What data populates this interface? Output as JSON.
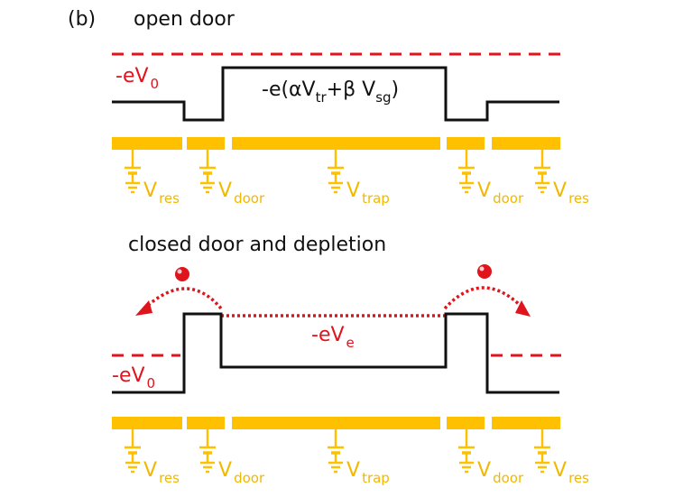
{
  "colors": {
    "potential": "#111111",
    "red": "#e0141c",
    "electrode": "#ffc000",
    "label_gold": "#f2b800"
  },
  "panel_label": "(b)",
  "top": {
    "title": "open door",
    "reservoir_potential": {
      "main": "-eV",
      "sub": "0"
    },
    "trap_potential": {
      "pre": "-e(αV",
      "sub1": "tr",
      "mid": "+β V",
      "sub2": "sg",
      "post": ")"
    }
  },
  "bottom": {
    "title": "closed door and depletion",
    "reservoir_potential": {
      "main": "-eV",
      "sub": "0"
    },
    "electron_level": {
      "main": "-eV",
      "sub": "e"
    }
  },
  "gates": [
    {
      "main": "V",
      "sub": "res"
    },
    {
      "main": "V",
      "sub": "door"
    },
    {
      "main": "V",
      "sub": "trap"
    },
    {
      "main": "V",
      "sub": "door"
    },
    {
      "main": "V",
      "sub": "res"
    }
  ]
}
